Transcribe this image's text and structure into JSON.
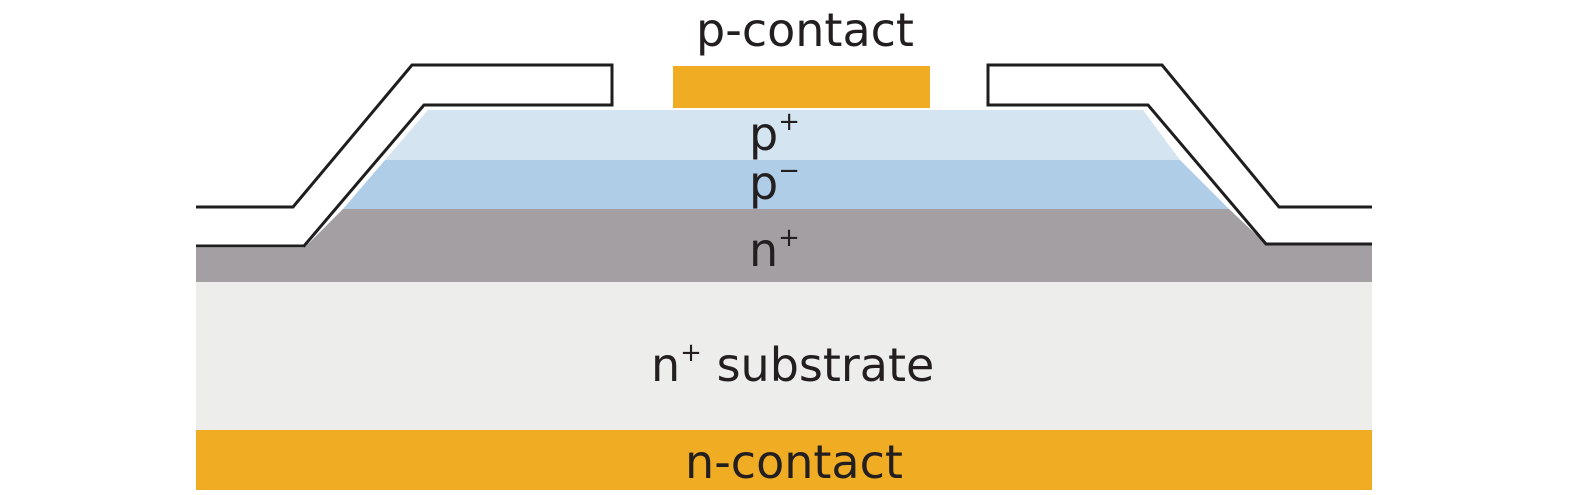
{
  "labels": {
    "p_contact": "p-contact",
    "p_plus": "p",
    "p_plus_sup": "+",
    "p_minus": "p",
    "p_minus_sup": "−",
    "n_plus": "n",
    "n_plus_sup": "+",
    "substrate_n": "n",
    "substrate_sup": "+",
    "substrate_word": " substrate",
    "n_contact": "n-contact"
  },
  "colors": {
    "contact": "#f0ac22",
    "p_plus_layer": "#d4e4f1",
    "p_minus_layer": "#afcde6",
    "n_plus_layer": "#a39fa3",
    "substrate": "#ededeb",
    "insulator_outline": "#1e1e1e",
    "text": "#231f20"
  }
}
